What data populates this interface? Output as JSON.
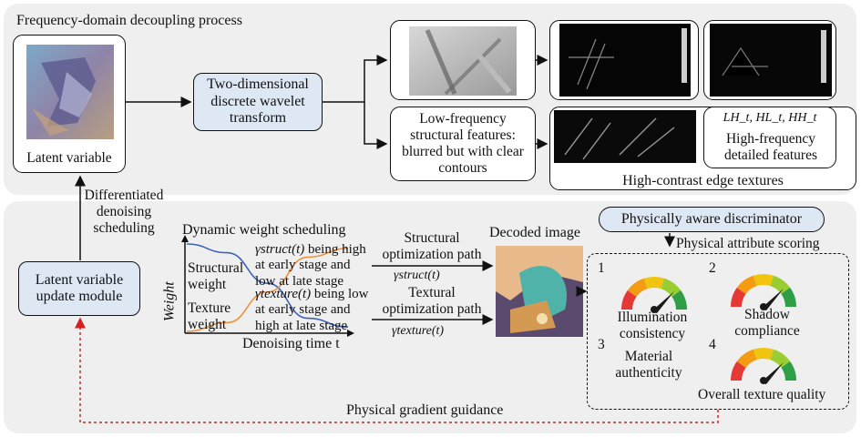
{
  "top_panel": {
    "title": "Frequency-domain decoupling process",
    "latent_label": "Latent variable",
    "dwt_label": "Two-dimensional discrete wavelet transform",
    "low_freq_label": "Low-frequency structural features: blurred but with clear contours",
    "high_freq_symbols": "LH_t, HL_t, HH_t",
    "high_freq_label": "High-frequency detailed features",
    "edge_label": "High-contrast edge textures"
  },
  "left_flow": {
    "diff_label": "Differentiated denoising scheduling",
    "update_module": "Latent variable update module",
    "gradient_label": "Physical gradient guidance"
  },
  "weight_chart": {
    "title": "Dynamic weight scheduling",
    "ylabel": "Weight",
    "xlabel": "Denoising time t",
    "structural_label": "Structural weight",
    "texture_label": "Texture weight",
    "struct_note_sym": "γstruct(t)",
    "struct_note": "being high at early stage and low at late stage",
    "texture_note_sym": "γtexture(t)",
    "texture_note": "being low at early stage and high at late stage",
    "colors": {
      "structural": "#3b63b7",
      "texture": "#f0903a"
    }
  },
  "chart_data": {
    "type": "line",
    "title": "Dynamic weight scheduling",
    "xlabel": "Denoising time t",
    "ylabel": "Weight",
    "series": [
      {
        "name": "Structural weight",
        "values": [
          1.0,
          0.9,
          0.55,
          0.15,
          0.05
        ]
      },
      {
        "name": "Texture weight",
        "values": [
          0.0,
          0.1,
          0.45,
          0.85,
          0.95
        ]
      }
    ],
    "x": [
      0,
      0.25,
      0.5,
      0.75,
      1.0
    ]
  },
  "paths": {
    "structural": "Structural optimization path",
    "structural_sym": "γstruct(t)",
    "textural": "Textural optimization path",
    "textural_sym": "γtexture(t)",
    "decoded": "Decoded image"
  },
  "discriminator": {
    "title": "Physically aware discriminator",
    "scoring": "Physical attribute scoring",
    "items": [
      {
        "num": "1",
        "label": "Illumination consistency"
      },
      {
        "num": "2",
        "label": "Shadow compliance"
      },
      {
        "num": "3",
        "label": "Material authenticity"
      },
      {
        "num": "4",
        "label": "Overall texture quality"
      }
    ],
    "gauge_colors": [
      "#e53935",
      "#f39c12",
      "#f1c40f",
      "#9acd32",
      "#2e9e47"
    ]
  },
  "gradient_color": "#d62020"
}
